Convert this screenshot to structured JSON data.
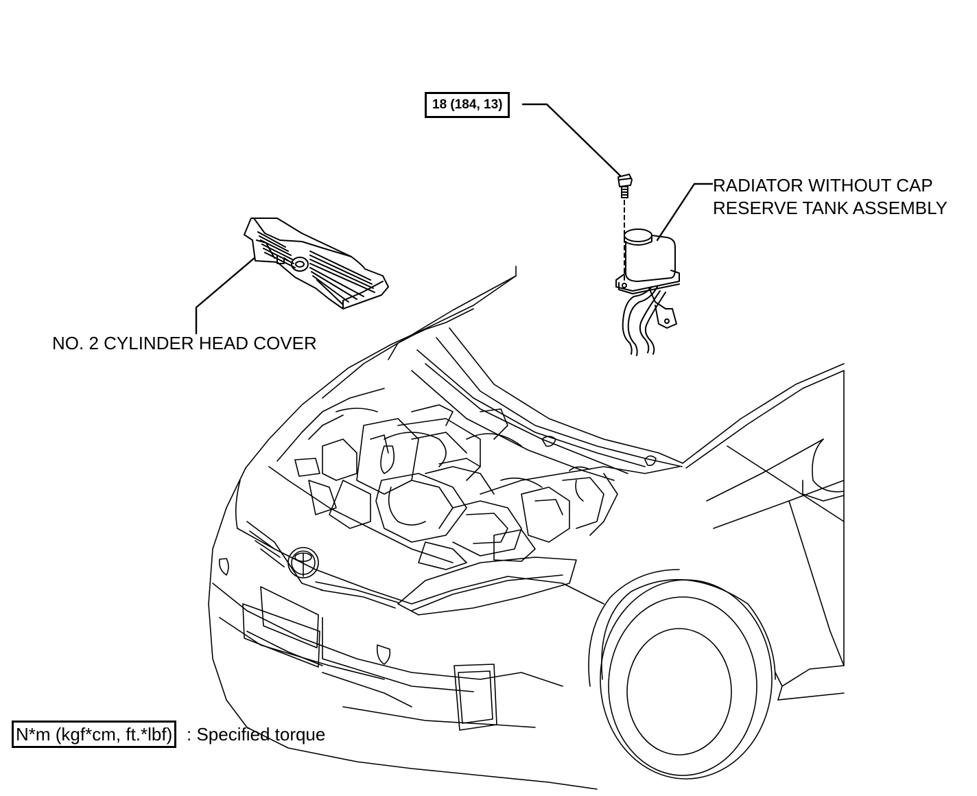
{
  "callouts": {
    "torque_value": "18 (184, 13)",
    "reserve_tank_line1": "RADIATOR WITHOUT CAP",
    "reserve_tank_line2": "RESERVE TANK ASSEMBLY",
    "head_cover": "NO. 2 CYLINDER HEAD COVER"
  },
  "legend": {
    "unit_box": "N*m (kgf*cm, ft.*lbf)",
    "description": ": Specified torque"
  },
  "colors": {
    "line": "#000000",
    "background": "#ffffff"
  }
}
